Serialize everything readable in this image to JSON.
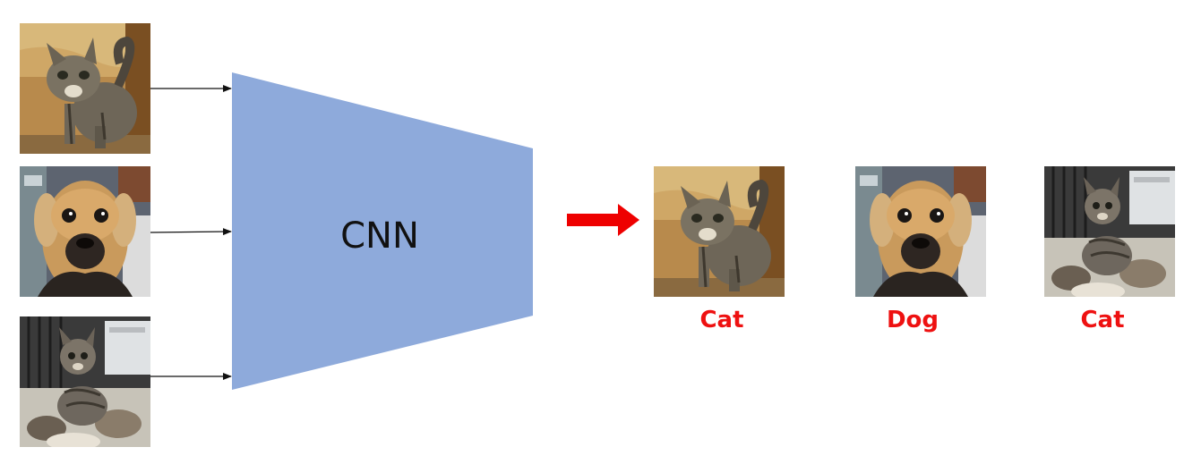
{
  "model": {
    "label": "CNN",
    "color": "#8eaadb"
  },
  "inputs": [
    {
      "subject": "cat"
    },
    {
      "subject": "dog"
    },
    {
      "subject": "kitten"
    }
  ],
  "outputs": [
    {
      "subject": "cat",
      "label": "Cat"
    },
    {
      "subject": "dog",
      "label": "Dog"
    },
    {
      "subject": "kitten",
      "label": "Cat"
    }
  ],
  "colors": {
    "label": "#ee1111",
    "arrow": "#ee0000",
    "connector": "#111111"
  }
}
